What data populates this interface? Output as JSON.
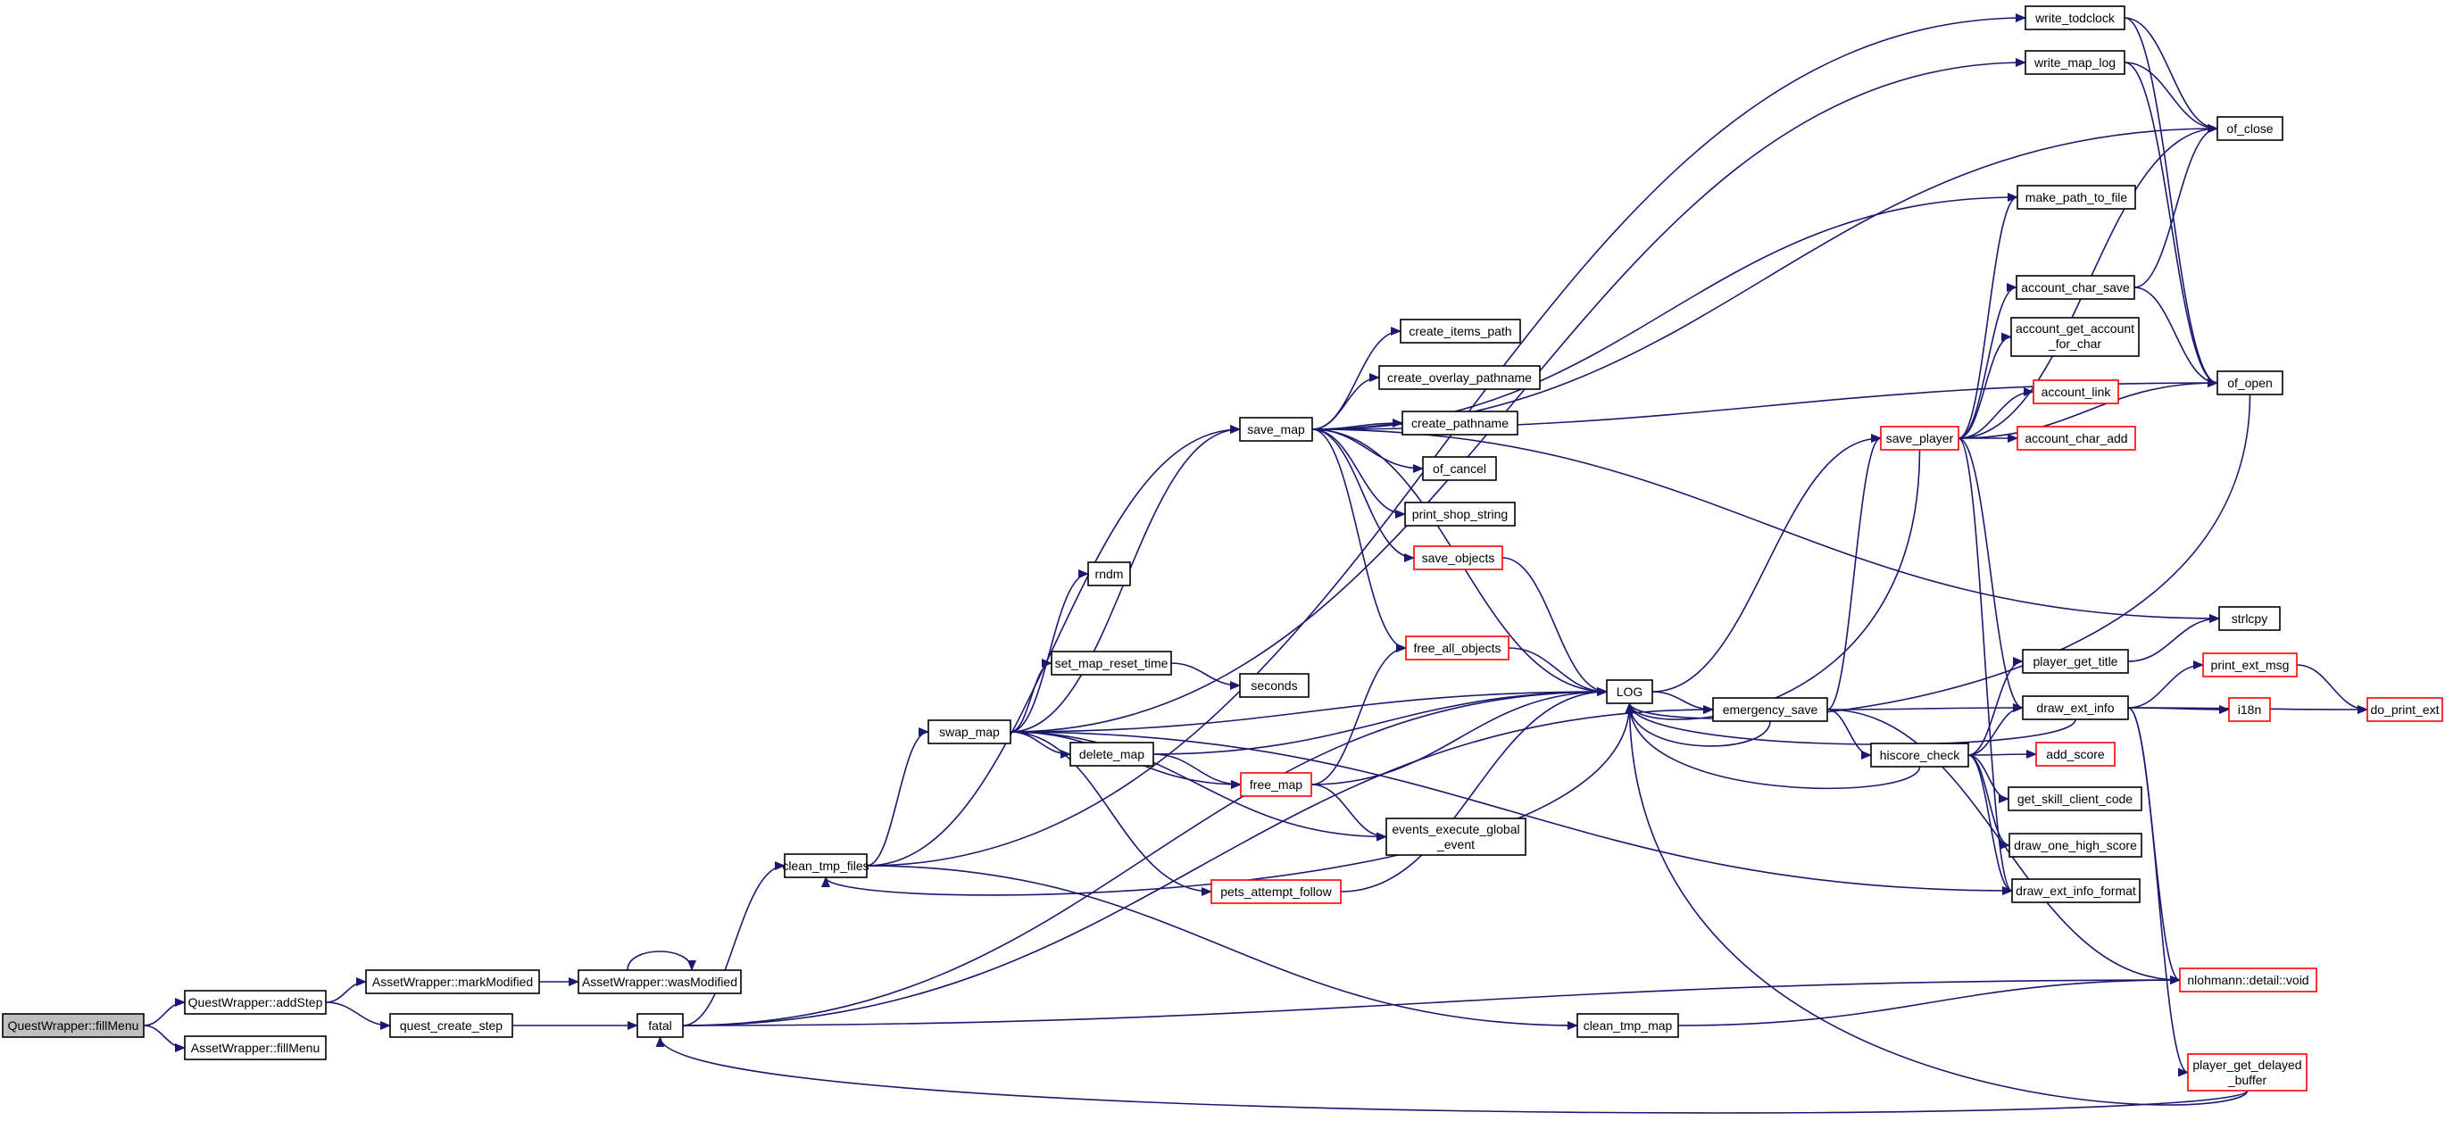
{
  "colors": {
    "edge": "#191970",
    "node_border": "#000000",
    "node_border_truncated": "#ff0000",
    "root_fill": "#bfbfbf",
    "node_fill": "#ffffff"
  },
  "nodes": [
    {
      "id": "qw_fillmenu",
      "label": "QuestWrapper::fillMenu",
      "style": "root"
    },
    {
      "id": "qw_addstep",
      "label": "QuestWrapper::addStep",
      "style": "normal"
    },
    {
      "id": "aw_fillmenu",
      "label": "AssetWrapper::fillMenu",
      "style": "normal"
    },
    {
      "id": "aw_markmodified",
      "label": "AssetWrapper::markModified",
      "style": "normal"
    },
    {
      "id": "quest_create_step",
      "label": "quest_create_step",
      "style": "normal"
    },
    {
      "id": "aw_wasmodified",
      "label": "AssetWrapper::wasModified",
      "style": "normal"
    },
    {
      "id": "fatal",
      "label": "fatal",
      "style": "normal"
    },
    {
      "id": "clean_tmp_files",
      "label": "clean_tmp_files",
      "style": "normal"
    },
    {
      "id": "swap_map",
      "label": "swap_map",
      "style": "normal"
    },
    {
      "id": "save_map",
      "label": "save_map",
      "style": "normal"
    },
    {
      "id": "rndm",
      "label": "rndm",
      "style": "normal"
    },
    {
      "id": "set_map_reset_time",
      "label": "set_map_reset_time",
      "style": "normal"
    },
    {
      "id": "delete_map",
      "label": "delete_map",
      "style": "normal"
    },
    {
      "id": "free_map",
      "label": "free_map",
      "style": "truncated"
    },
    {
      "id": "pets_attempt_follow",
      "label": "pets_attempt_follow",
      "style": "truncated"
    },
    {
      "id": "seconds",
      "label": "seconds",
      "style": "normal"
    },
    {
      "id": "create_items_path",
      "label": "create_items_path",
      "style": "normal"
    },
    {
      "id": "create_overlay_pathname",
      "label": "create_overlay_pathname",
      "style": "normal"
    },
    {
      "id": "create_pathname",
      "label": "create_pathname",
      "style": "normal"
    },
    {
      "id": "of_cancel",
      "label": "of_cancel",
      "style": "normal"
    },
    {
      "id": "print_shop_string",
      "label": "print_shop_string",
      "style": "normal"
    },
    {
      "id": "save_objects",
      "label": "save_objects",
      "style": "truncated"
    },
    {
      "id": "free_all_objects",
      "label": "free_all_objects",
      "style": "truncated"
    },
    {
      "id": "events_execute_global_event",
      "label": "events_execute_global_event",
      "lines": [
        "events_execute_global",
        "_event"
      ],
      "style": "normal"
    },
    {
      "id": "log",
      "label": "LOG",
      "style": "normal"
    },
    {
      "id": "emergency_save",
      "label": "emergency_save",
      "style": "normal"
    },
    {
      "id": "clean_tmp_map",
      "label": "clean_tmp_map",
      "style": "normal"
    },
    {
      "id": "write_todclock",
      "label": "write_todclock",
      "style": "normal"
    },
    {
      "id": "write_map_log",
      "label": "write_map_log",
      "style": "normal"
    },
    {
      "id": "make_path_to_file",
      "label": "make_path_to_file",
      "style": "normal"
    },
    {
      "id": "account_char_save",
      "label": "account_char_save",
      "style": "normal"
    },
    {
      "id": "account_get_account_for_char",
      "label": "account_get_account_for_char",
      "lines": [
        "account_get_account",
        "_for_char"
      ],
      "style": "normal"
    },
    {
      "id": "account_link",
      "label": "account_link",
      "style": "truncated"
    },
    {
      "id": "save_player",
      "label": "save_player",
      "style": "truncated"
    },
    {
      "id": "account_char_add",
      "label": "account_char_add",
      "style": "truncated"
    },
    {
      "id": "player_get_title",
      "label": "player_get_title",
      "style": "normal"
    },
    {
      "id": "draw_ext_info",
      "label": "draw_ext_info",
      "style": "normal"
    },
    {
      "id": "hiscore_check",
      "label": "hiscore_check",
      "style": "normal"
    },
    {
      "id": "add_score",
      "label": "add_score",
      "style": "truncated"
    },
    {
      "id": "get_skill_client_code",
      "label": "get_skill_client_code",
      "style": "normal"
    },
    {
      "id": "draw_one_high_score",
      "label": "draw_one_high_score",
      "style": "normal"
    },
    {
      "id": "draw_ext_info_format",
      "label": "draw_ext_info_format",
      "style": "normal"
    },
    {
      "id": "nlohmann_void",
      "label": "nlohmann::detail::void",
      "style": "truncated"
    },
    {
      "id": "player_get_delayed_buffer",
      "label": "player_get_delayed_buffer",
      "lines": [
        "player_get_delayed",
        "_buffer"
      ],
      "style": "truncated"
    },
    {
      "id": "of_close",
      "label": "of_close",
      "style": "normal"
    },
    {
      "id": "of_open",
      "label": "of_open",
      "style": "normal"
    },
    {
      "id": "strlcpy",
      "label": "strlcpy",
      "style": "normal"
    },
    {
      "id": "print_ext_msg",
      "label": "print_ext_msg",
      "style": "truncated"
    },
    {
      "id": "i18n",
      "label": "i18n",
      "style": "truncated"
    },
    {
      "id": "do_print_ext",
      "label": "do_print_ext",
      "style": "truncated"
    }
  ]
}
